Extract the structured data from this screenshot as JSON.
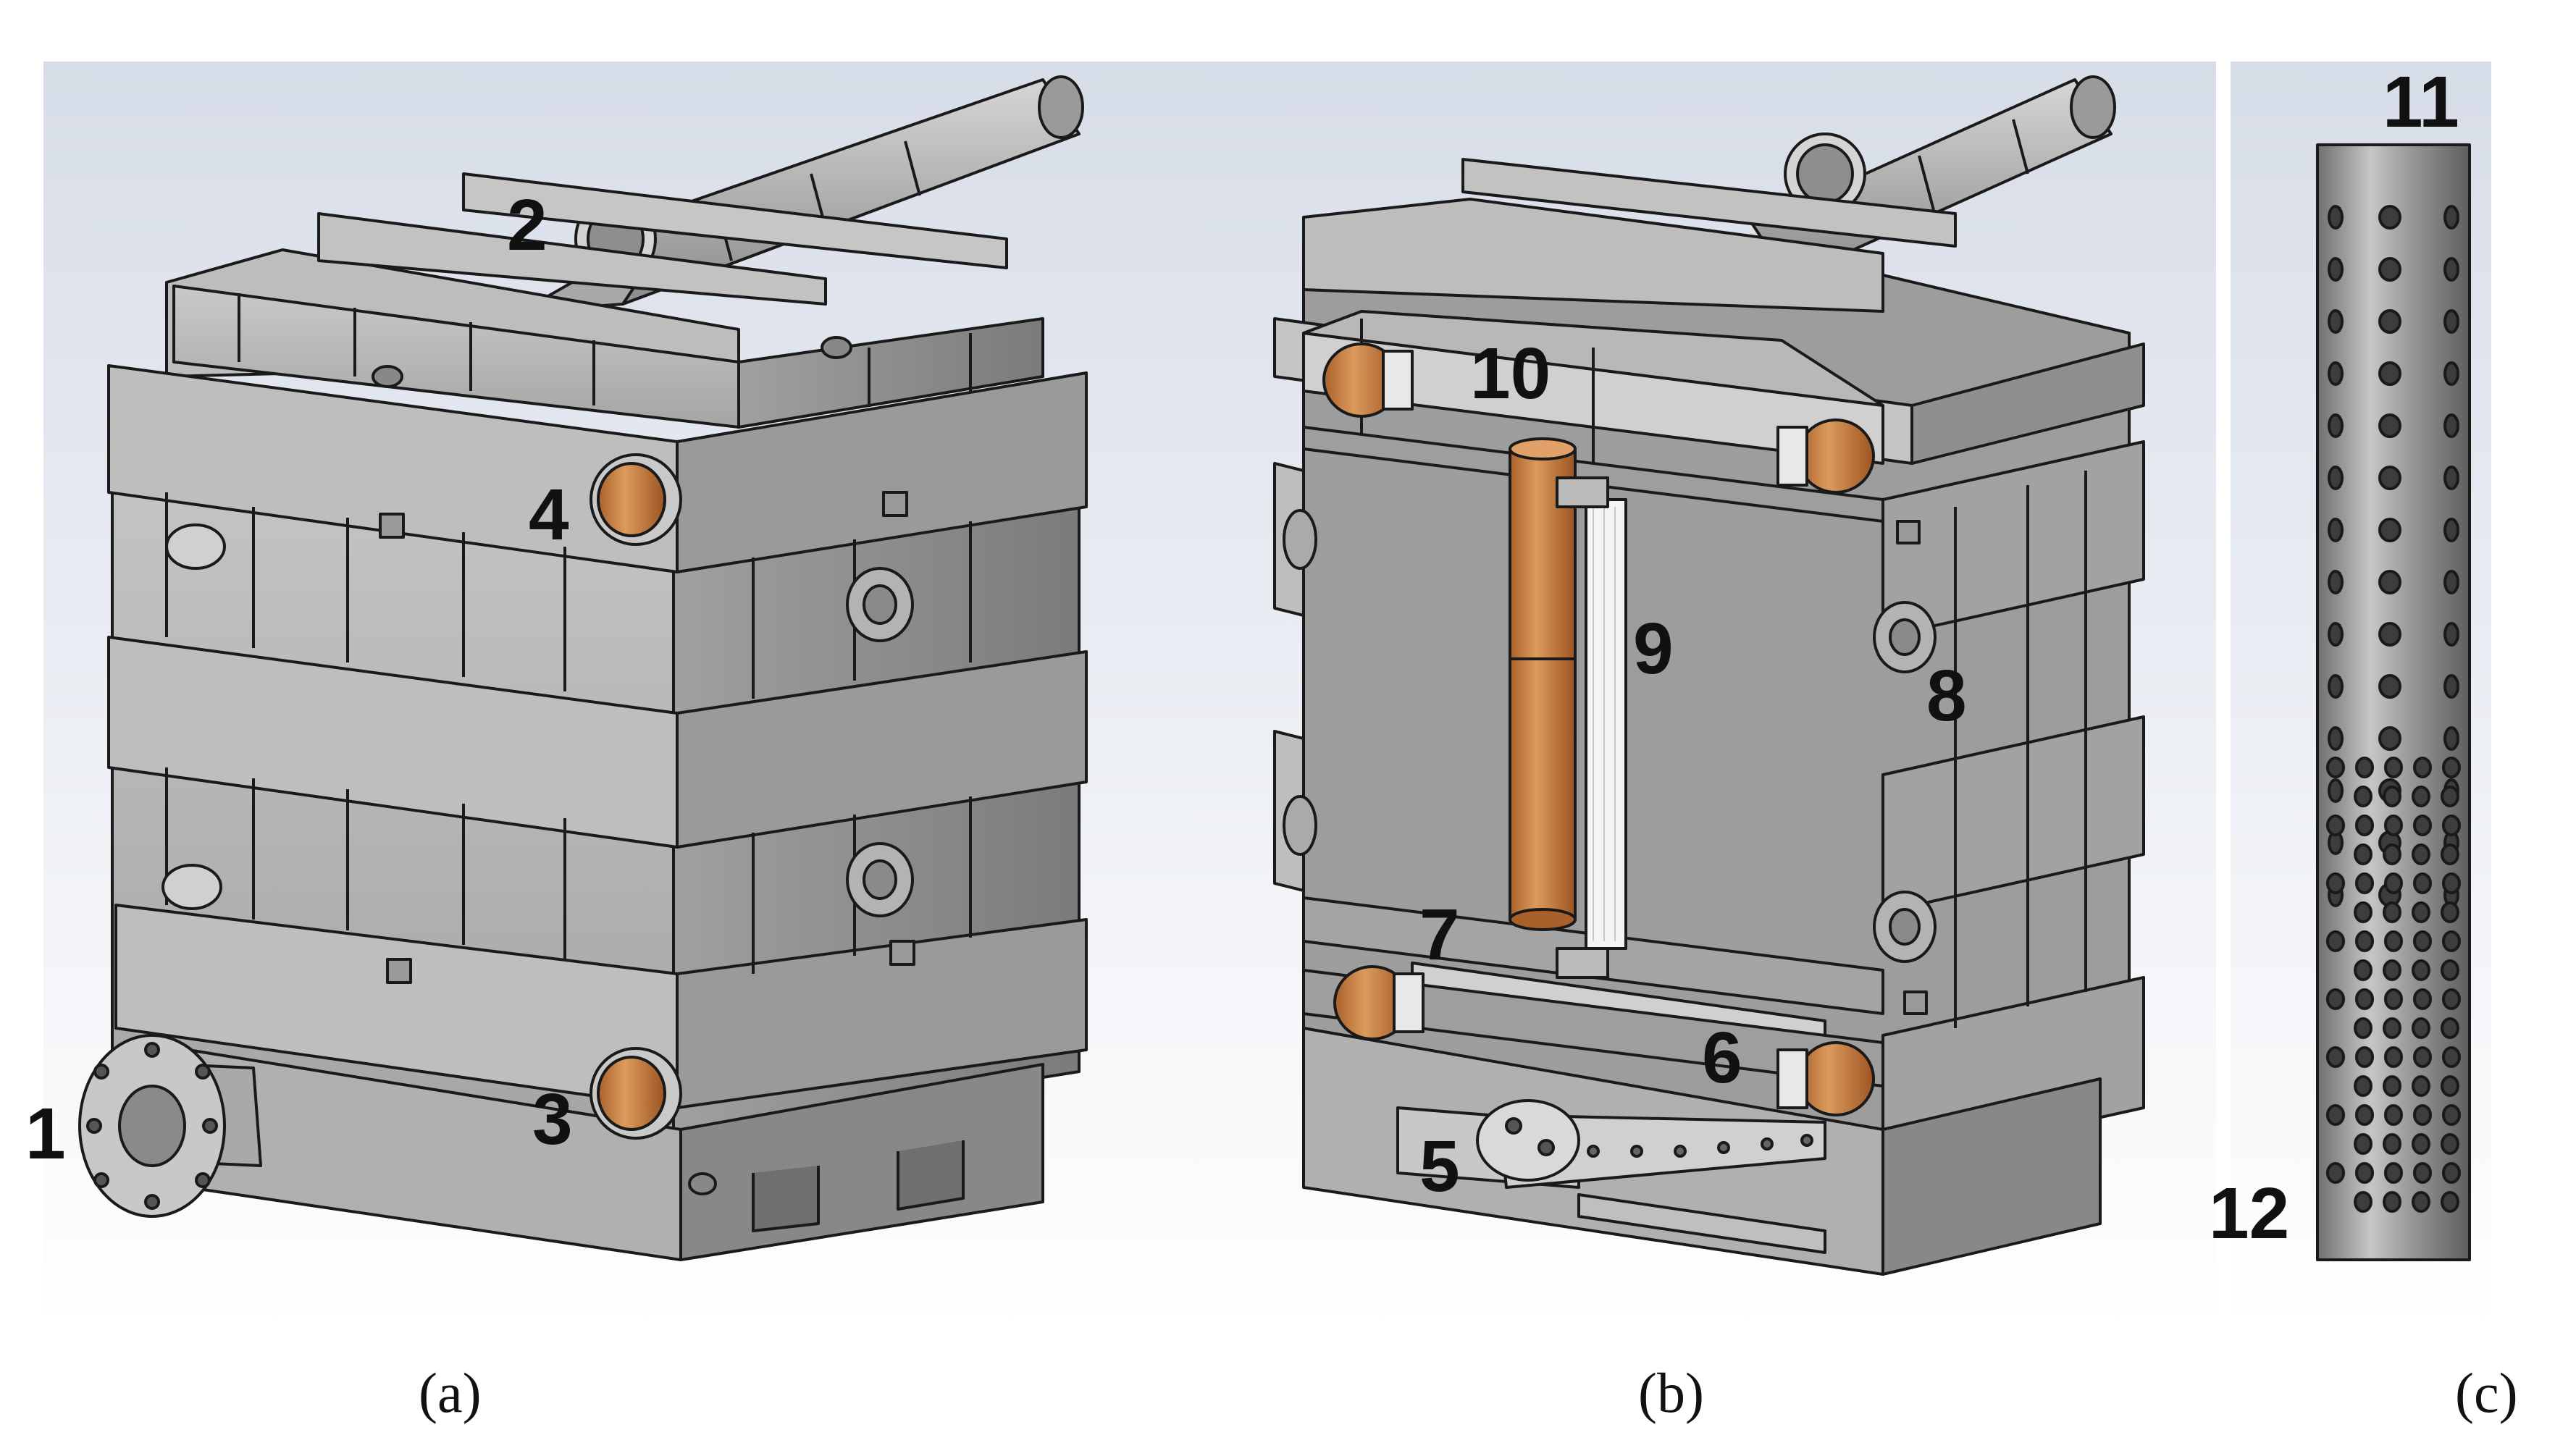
{
  "figure": {
    "panels": [
      {
        "id": "a",
        "caption": "(a)"
      },
      {
        "id": "b",
        "caption": "(b)"
      },
      {
        "id": "c",
        "caption": "(c)"
      }
    ],
    "callouts": [
      "1",
      "2",
      "3",
      "4",
      "5",
      "6",
      "7",
      "8",
      "9",
      "10",
      "11",
      "12"
    ]
  },
  "colors": {
    "background_grad_top": "#d7dde8",
    "background_grad_bottom": "#ffffff",
    "steel_light": "#c8c8c8",
    "steel_mid": "#a9a9a9",
    "steel_dark": "#7d7d7d",
    "copper": "#d28a4a",
    "copper_dark": "#a8612b",
    "mesh": "#f2f2f2",
    "outline": "#1a1a1a"
  }
}
